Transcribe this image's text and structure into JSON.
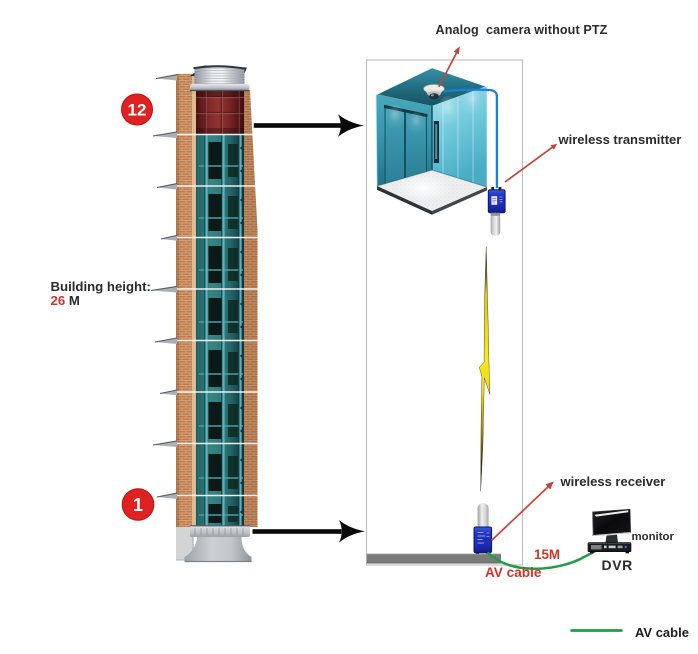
{
  "labels": {
    "camera": "Analog  camera without PTZ",
    "transmitter": "wireless transmitter",
    "receiver": "wireless receiver",
    "monitor": "monitor",
    "dvr": "DVR",
    "cable_length": "15M",
    "av_cable": "AV cable"
  },
  "building": {
    "top_floor_badge": "12",
    "bottom_floor_badge": "1",
    "height_label": "Building height:",
    "height_value": "26",
    "height_unit": " M"
  },
  "legend": {
    "items": [
      {
        "label": "AV cable",
        "color": "#1f9e48"
      }
    ]
  },
  "colors": {
    "badge_red": "#e02121",
    "label_red": "#d3342c",
    "pointer_red": "#c5443c",
    "cable_green": "#1f9e48",
    "cable_blue": "#1e7ed6",
    "arrow_black": "#0a0a0a",
    "ground_gray": "#7a7a7a"
  }
}
